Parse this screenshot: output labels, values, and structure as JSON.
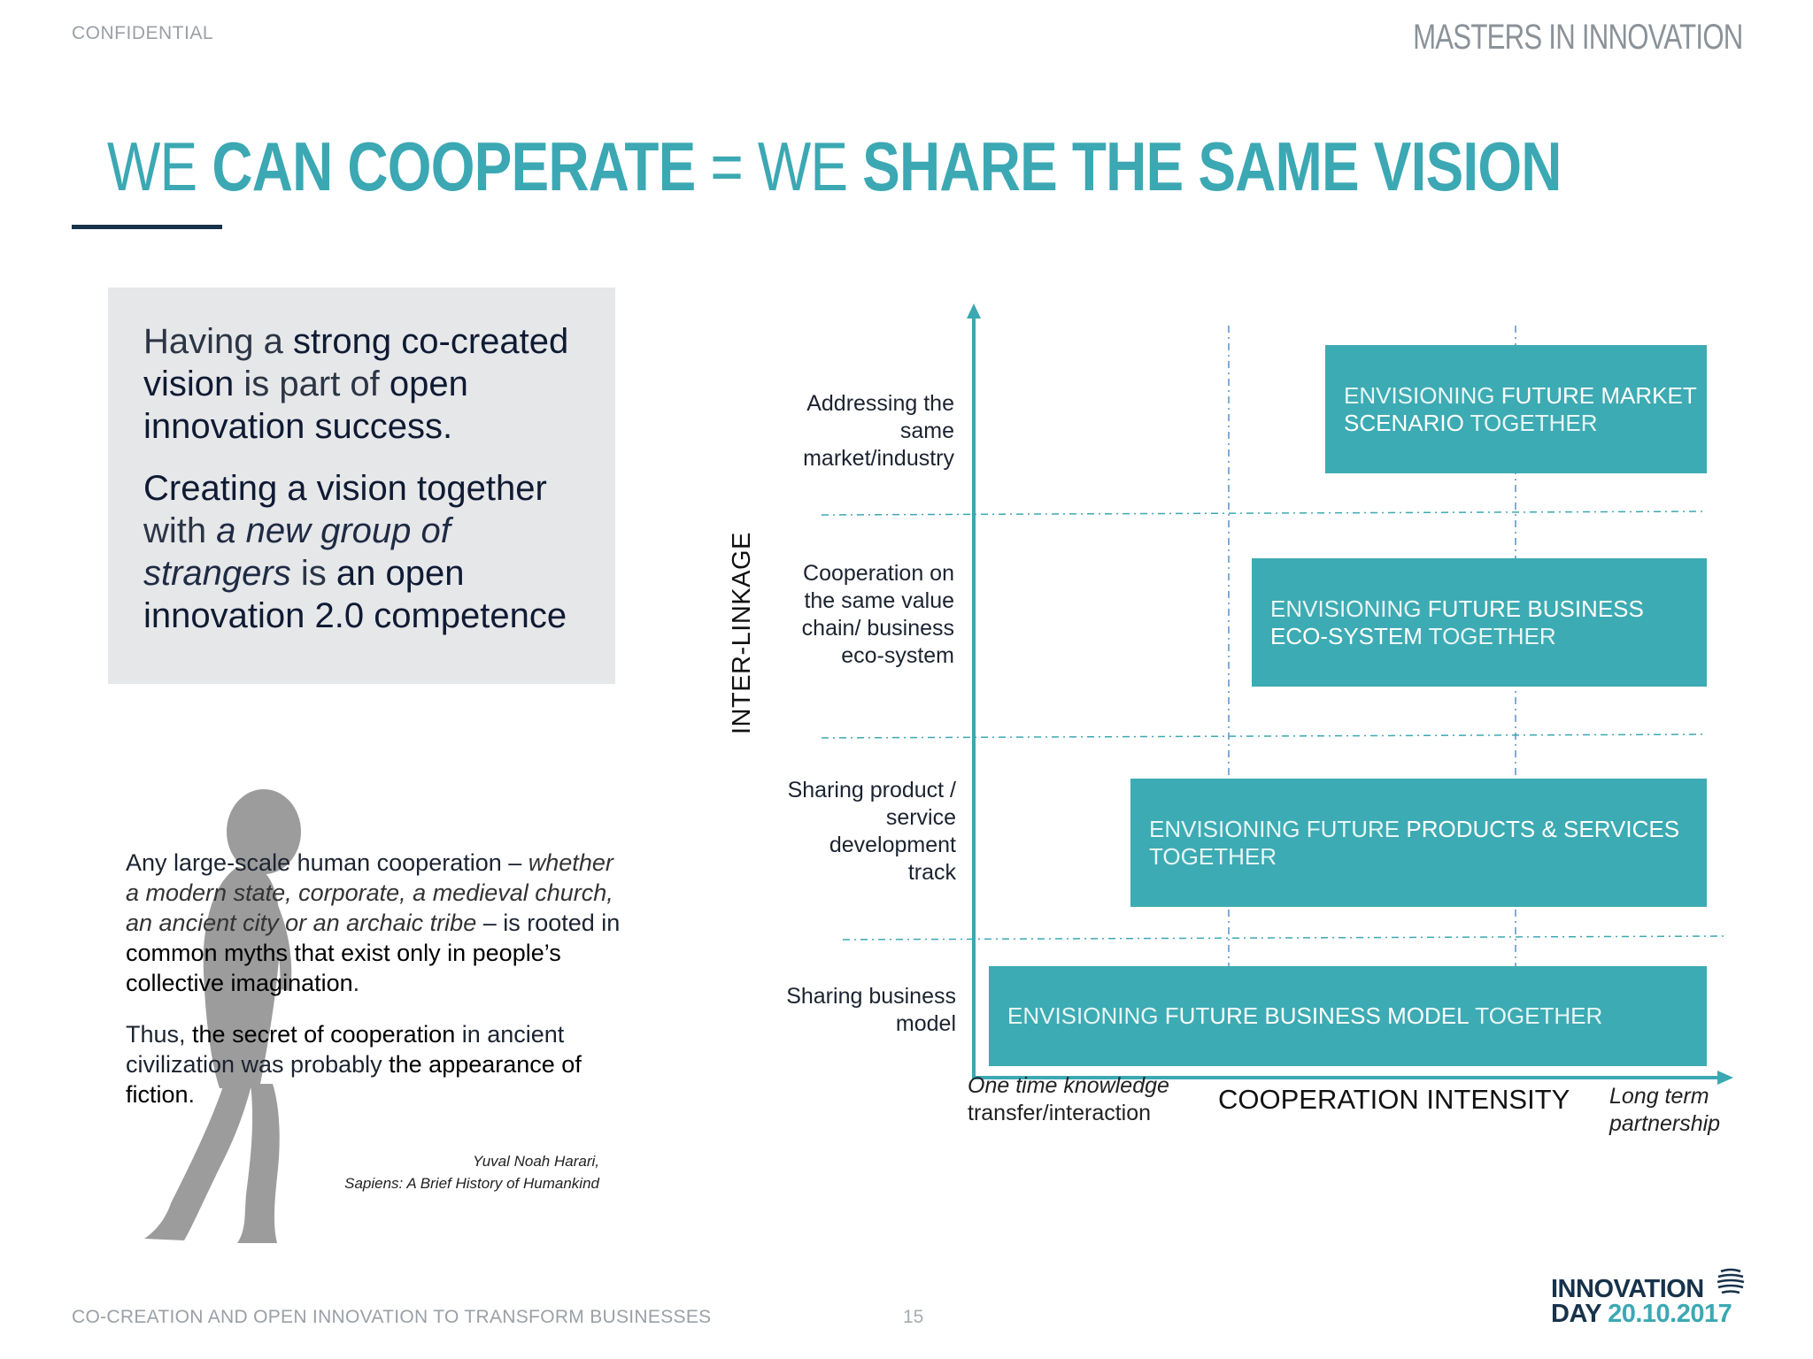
{
  "header": {
    "confidential": "CONFIDENTIAL",
    "brand": "MASTERS IN INNOVATION"
  },
  "title": {
    "part1": "WE ",
    "part2": "CAN COOPERATE",
    "part3": " = WE ",
    "part4": "SHARE THE SAME VISION"
  },
  "vision_box": {
    "p1": {
      "a": "Having a ",
      "b": "strong co-created vision",
      "c": " is part of ",
      "d": "open innovation success."
    },
    "p2": {
      "a": "Creating a vision together",
      "b": " with ",
      "c": "a new group of strangers",
      "d": " is ",
      "e": "an open innovation 2.0 competence"
    }
  },
  "quote": {
    "p1": {
      "a": "Any large-scale human cooperation – ",
      "b": "whether a modern state, corporate, a medieval church, an ancient city or an archaic tribe",
      "c": " – is rooted in ",
      "d": "common myths that exist only in people’s collective imagination",
      "e": "."
    },
    "p2": {
      "a": "Thus, ",
      "b": "the secret of cooperation",
      "c": " in ancient civilization was probably ",
      "d": "the appearance of fiction",
      "e": "."
    },
    "attribution_line1": "Yuval Noah Harari,",
    "attribution_line2": "Sapiens: A Brief History of Humankind"
  },
  "diagram": {
    "y_axis_label": "INTER-LINKAGE",
    "x_axis_label": "COOPERATION INTENSITY",
    "x_min_label_line1": "One time knowledge",
    "x_min_label_line2": "transfer/interaction",
    "x_max_label_line1": "Long term",
    "x_max_label_line2": "partnership",
    "rows": [
      {
        "label": "Addressing the same market/industry",
        "bar_pre": "ENVISIONING ",
        "bar_bold": "FUTURE MARKET SCENARIO",
        "bar_post": " TOGETHER"
      },
      {
        "label": "Cooperation on the same value chain/ business eco-system",
        "bar_pre": "ENVISIONING ",
        "bar_bold": "FUTURE BUSINESS ECO-SYSTEM",
        "bar_post": " TOGETHER"
      },
      {
        "label": "Sharing product / service development track",
        "bar_pre": "ENVISIONING FUTURE ",
        "bar_bold": "PRODUCTS & SERVICES",
        "bar_post": " TOGETHER"
      },
      {
        "label": "Sharing business model",
        "bar_pre": "ENVISIONING ",
        "bar_bold": "FUTURE BUSINESS MODEL",
        "bar_post": " TOGETHER"
      }
    ],
    "colors": {
      "bar": "#3dabb3",
      "axis": "#3ba8b3",
      "title": "#3ba8b3"
    }
  },
  "footer": {
    "left": "CO-CREATION AND OPEN INNOVATION TO TRANSFORM BUSINESSES",
    "page": "15",
    "event_line1": "INNOVATION",
    "event_line2_word": "DAY ",
    "event_line2_date": "20.10.2017"
  }
}
